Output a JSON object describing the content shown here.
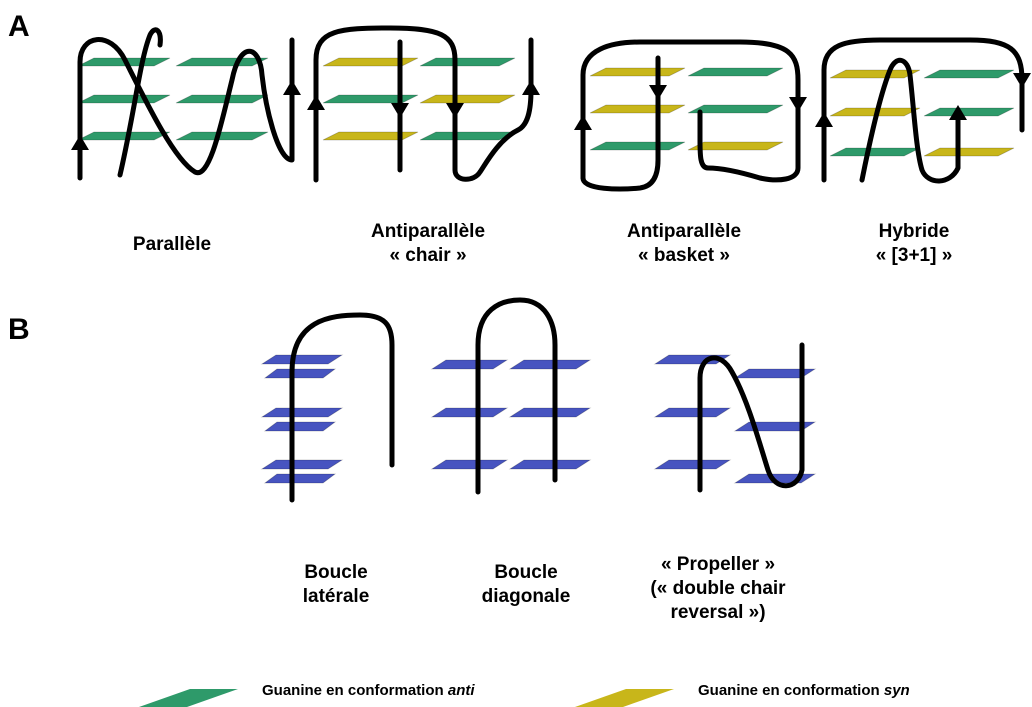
{
  "panel_a": {
    "letter": "A",
    "diagrams": [
      {
        "name": "parallel",
        "lines": [
          "Parallèle"
        ]
      },
      {
        "name": "chair",
        "lines": [
          "Antiparallèle",
          "« chair »"
        ]
      },
      {
        "name": "basket",
        "lines": [
          "Antiparallèle",
          "« basket »"
        ]
      },
      {
        "name": "hybrid",
        "lines": [
          "Hybride",
          "« [3+1] »"
        ]
      }
    ]
  },
  "panel_b": {
    "letter": "B",
    "diagrams": [
      {
        "name": "lateral-loop",
        "lines": [
          "Boucle",
          "latérale"
        ]
      },
      {
        "name": "diagonal-loop",
        "lines": [
          "Boucle",
          "diagonale"
        ]
      },
      {
        "name": "propeller-loop",
        "lines": [
          "« Propeller »",
          "(« double chair",
          "reversal »)"
        ]
      }
    ]
  },
  "legend": {
    "anti_text": "Guanine en conformation ",
    "anti_term": "anti",
    "syn_text": "Guanine en conformation ",
    "syn_term": "syn"
  },
  "colors": {
    "anti": "#2e9a6a",
    "syn": "#c8b61a",
    "panel_b": "#4754c0",
    "strand": "#000000"
  }
}
